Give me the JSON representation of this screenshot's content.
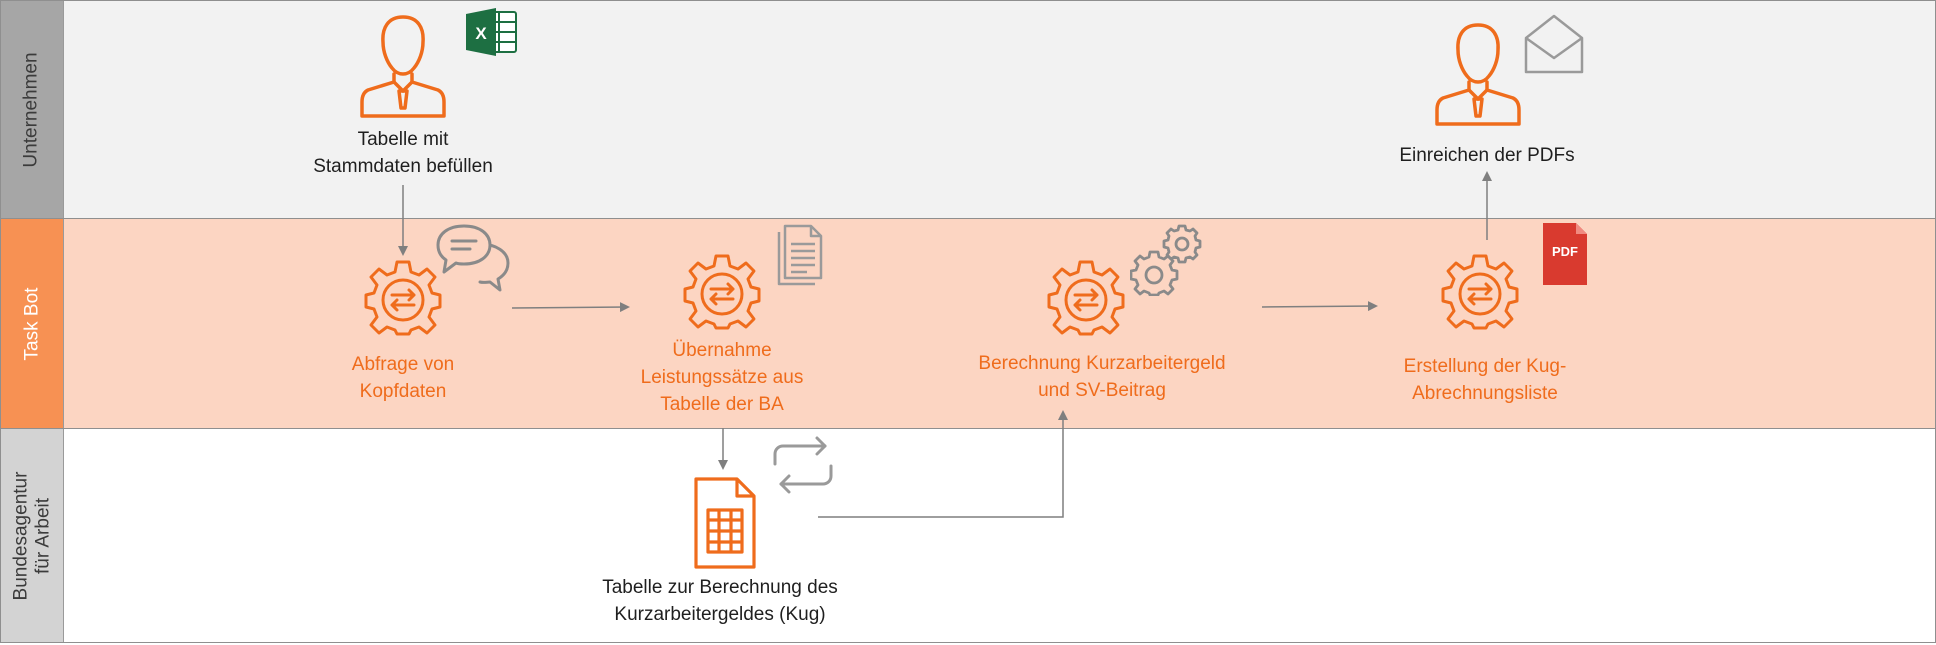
{
  "lanes": [
    {
      "label": "Unternehmen"
    },
    {
      "label": "Task Bot"
    },
    {
      "label": "Bundesagentur für Arbeit"
    }
  ],
  "steps": {
    "stammdaten": {
      "line1": "Tabelle mit",
      "line2": "Stammdaten befüllen"
    },
    "einreichen": {
      "line1": "Einreichen der PDFs"
    },
    "abfrage": {
      "line1": "Abfrage von",
      "line2": "Kopfdaten"
    },
    "uebernahme": {
      "line1": "Übernahme",
      "line2": "Leistungssätze aus",
      "line3": "Tabelle der BA"
    },
    "berechnung": {
      "line1": "Berechnung Kurzarbeitergeld",
      "line2": "und SV-Beitrag"
    },
    "erstellung": {
      "line1": "Erstellung der Kug-",
      "line2": "Abrechnungsliste"
    },
    "tabelle_ba": {
      "line1": "Tabelle zur Berechnung des",
      "line2": "Kurzarbeitergeldes (Kug)"
    }
  },
  "badges": {
    "excel": "X",
    "pdf": "PDF"
  },
  "colors": {
    "accent": "#ef6c1c",
    "lane_taskbot": "#fcd5c2",
    "lane_taskbot_header": "#f79153",
    "lane_unternehmen": "#f2f2f2",
    "arrow": "#7f7f7f",
    "excel_green": "#1d6f42",
    "pdf_red": "#d93a2f"
  }
}
